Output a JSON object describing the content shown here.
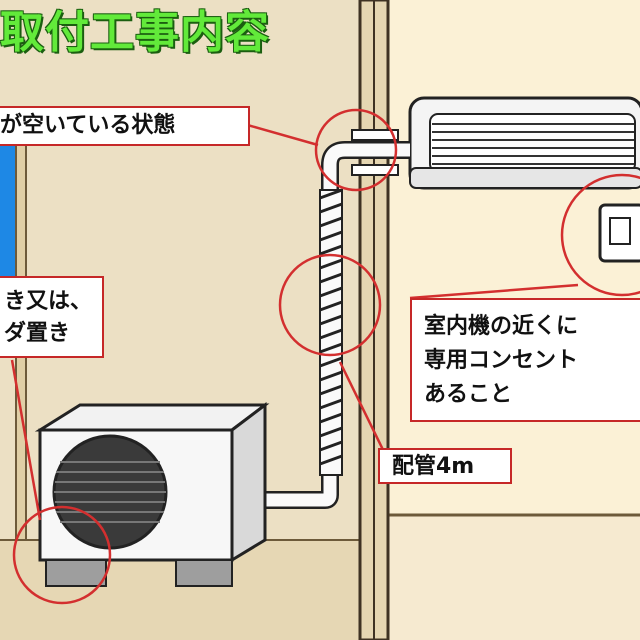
{
  "title": "取付工事内容",
  "labels": {
    "hole": "が空いている状態",
    "ground": [
      "き又は、",
      "ダ置き"
    ],
    "outlet": [
      "室内機の近くに",
      "専用コンセント",
      "あること"
    ],
    "pipe": "配管4m"
  },
  "colors": {
    "title_green": "#62ea3a",
    "callout_red": "#d32f2f",
    "wall_beige": "#e9dcc0",
    "window_blue": "#1e88e5"
  }
}
